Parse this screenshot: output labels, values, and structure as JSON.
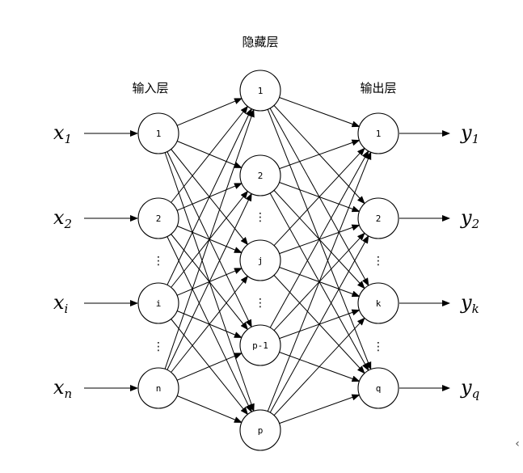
{
  "layers": {
    "input": {
      "title": "输入层",
      "nodes": [
        "1",
        "2",
        "i",
        "n"
      ],
      "vars": [
        {
          "base": "x",
          "sub": "1"
        },
        {
          "base": "x",
          "sub": "2"
        },
        {
          "base": "x",
          "sub": "i"
        },
        {
          "base": "x",
          "sub": "n"
        }
      ]
    },
    "hidden": {
      "title": "隐藏层",
      "nodes": [
        "1",
        "2",
        "j",
        "p-1",
        "p"
      ]
    },
    "output": {
      "title": "输出层",
      "nodes": [
        "1",
        "2",
        "k",
        "q"
      ],
      "vars": [
        {
          "base": "y",
          "sub": "1"
        },
        {
          "base": "y",
          "sub": "2"
        },
        {
          "base": "y",
          "sub": "k"
        },
        {
          "base": "y",
          "sub": "q"
        }
      ]
    }
  },
  "ellipsis": "⋮",
  "corner_glyph": "‹"
}
